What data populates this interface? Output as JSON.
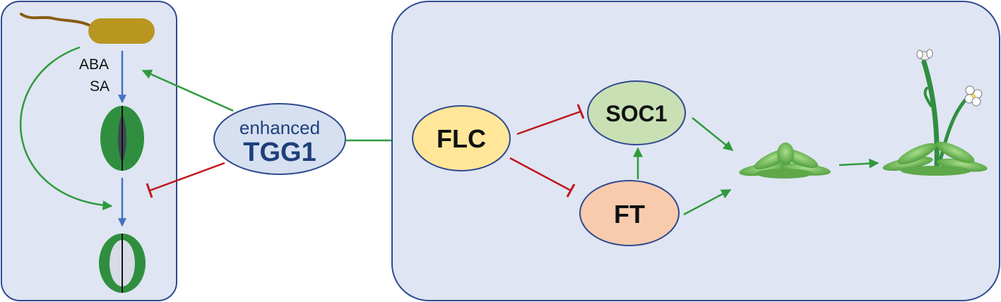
{
  "colors": {
    "panel_fill": "#dfe5f2",
    "panel_stroke": "#2f4a8f",
    "activation_arrow": "#2e9a3c",
    "inhibition": "#c0161c",
    "pathway_arrow": "#4472c4",
    "tgg1_fill": "#d6e0f1",
    "tgg1_stroke": "#2f4a8f",
    "tgg1_text": "#1f3f7a",
    "flc_fill": "#ffe699",
    "soc1_fill": "#c9e0b4",
    "ft_fill": "#f8cbad",
    "node_stroke": "#2f4a8f",
    "bacterium": "#b8961f",
    "stomata_green": "#2f8f3f",
    "plant_green": "#6cbf55"
  },
  "left_panel": {
    "pathway_labels": [
      "ABA",
      "SA"
    ],
    "icons": [
      "bacterium-icon",
      "closed-stoma-icon",
      "open-stoma-icon"
    ]
  },
  "center": {
    "tgg1_line1": "enhanced",
    "tgg1_line2": "TGG1"
  },
  "right_panel": {
    "nodes": {
      "flc": "FLC",
      "soc1": "SOC1",
      "ft": "FT"
    },
    "icons": [
      "rosette-icon",
      "flowering-plant-icon"
    ]
  }
}
